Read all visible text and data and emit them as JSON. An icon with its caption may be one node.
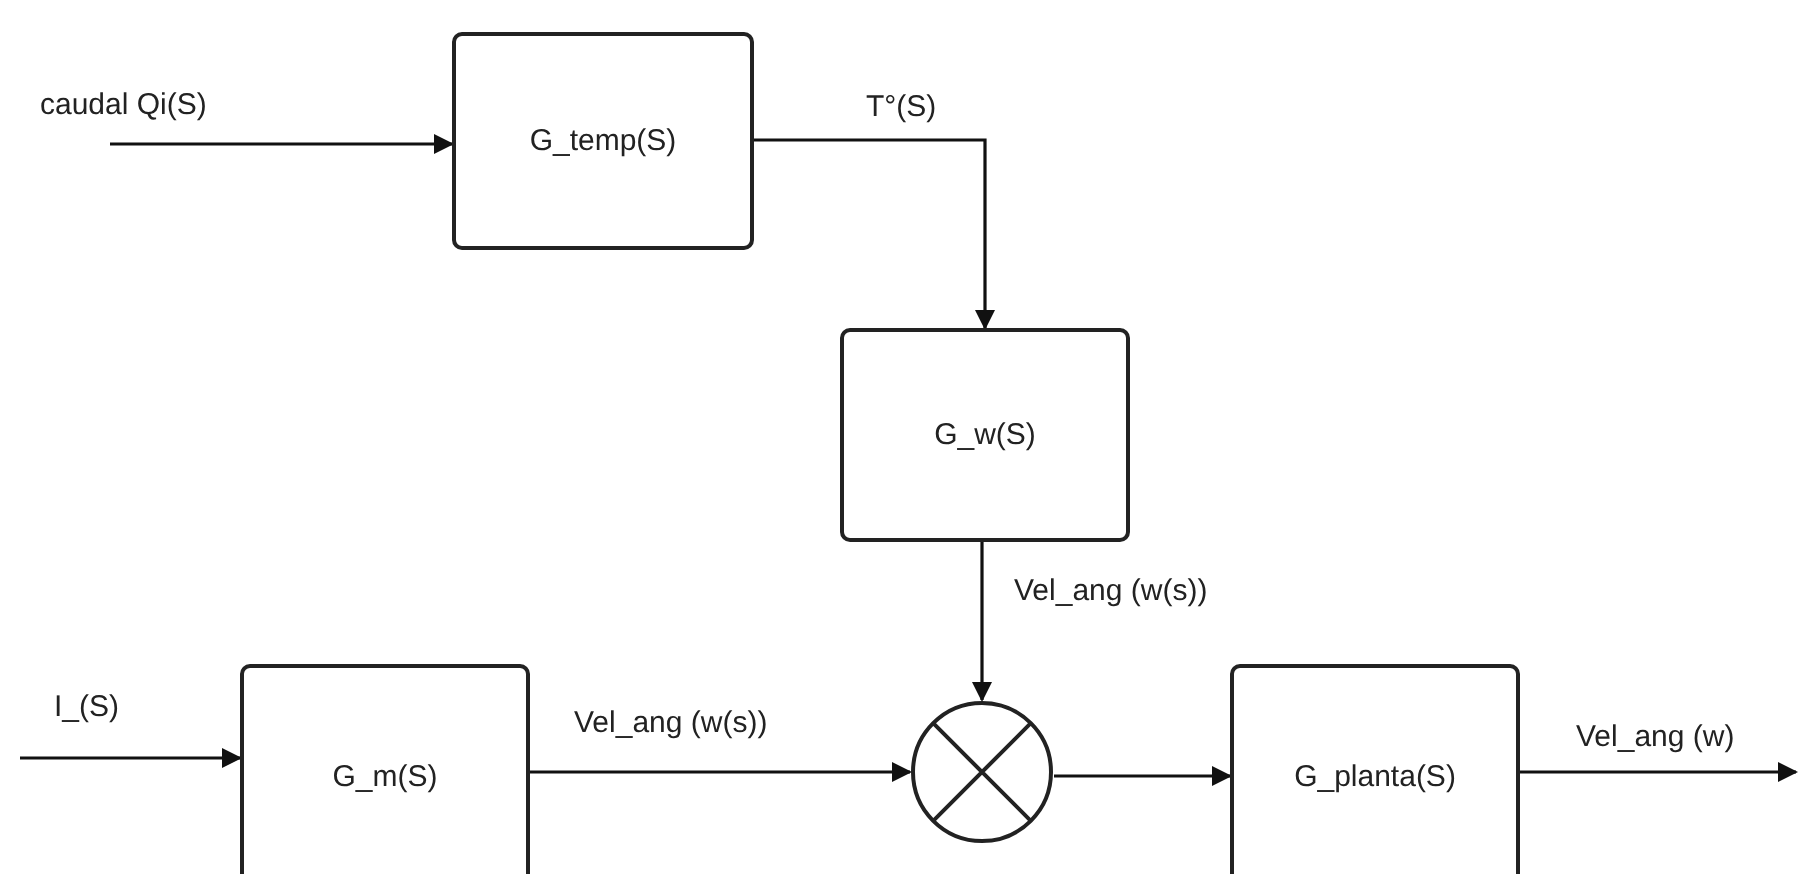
{
  "diagram": {
    "nodes": [
      {
        "text": [
          "G_temp(S)"
        ]
      },
      {
        "text": [
          "G_w(S)"
        ]
      },
      {
        "text": [
          "G_m(S)"
        ]
      },
      {
        "text": [],
        "shape": "circle"
      },
      {
        "text": [
          "G_planta(S)"
        ]
      }
    ],
    "edges": [
      {
        "from": null,
        "to": 0,
        "arrow": "to",
        "label": "caudal Qi(S)"
      },
      {
        "from": 0,
        "to": 1,
        "arrow": "to",
        "label": "T°(S)"
      },
      {
        "from": 1,
        "to": 3,
        "arrow": "to",
        "label": "Vel_ang (w(s))"
      },
      {
        "from": null,
        "to": 2,
        "arrow": "to",
        "label": "I_(S)"
      },
      {
        "from": 2,
        "to": 3,
        "arrow": "to",
        "label": "Vel_ang (w(s))"
      },
      {
        "from": 3,
        "to": 4,
        "arrow": "to"
      },
      {
        "from": 4,
        "to": null,
        "arrow": "to",
        "label": "Vel_ang (w)"
      }
    ]
  }
}
